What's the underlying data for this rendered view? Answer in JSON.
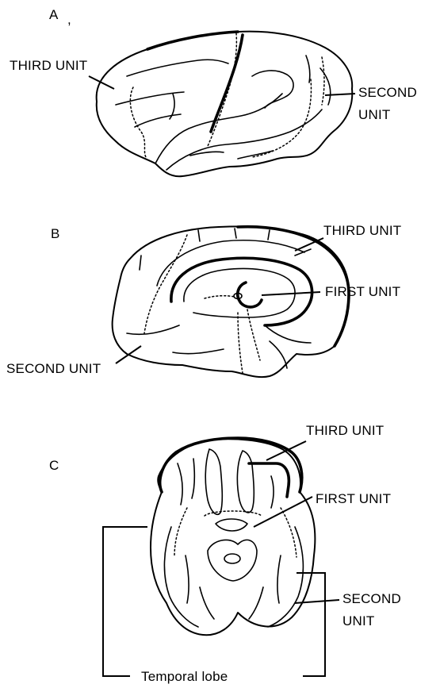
{
  "panels": [
    {
      "id": "A",
      "letter": "A",
      "mark": ",",
      "labels": {
        "third_unit": "THIRD UNIT",
        "second_unit_line1": "SECOND",
        "second_unit_line2": "UNIT"
      }
    },
    {
      "id": "B",
      "letter": "B",
      "labels": {
        "third_unit": "THIRD UNIT",
        "first_unit": "FIRST UNIT",
        "second_unit": "SECOND UNIT"
      }
    },
    {
      "id": "C",
      "letter": "C",
      "labels": {
        "third_unit": "THIRD UNIT",
        "first_unit": "FIRST UNIT",
        "second_unit_line1": "SECOND",
        "second_unit_line2": "UNIT",
        "temporal_lobe": "Temporal lobe"
      }
    }
  ]
}
